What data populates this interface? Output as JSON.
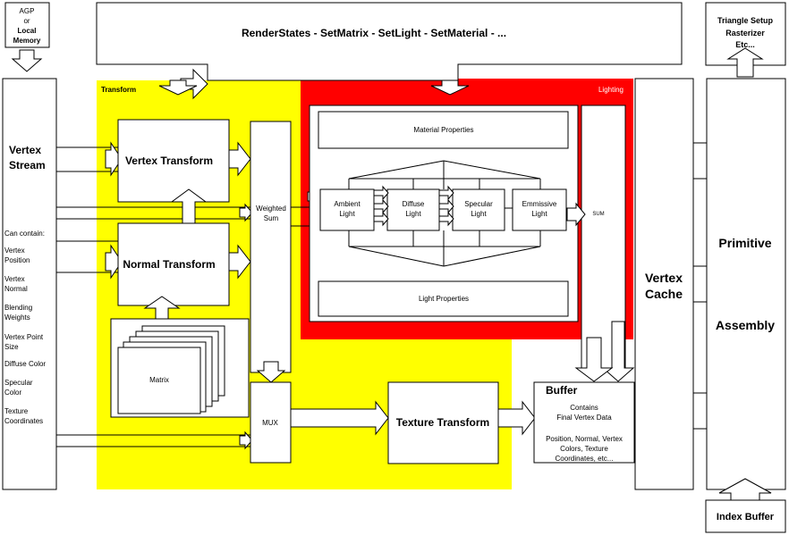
{
  "colors": {
    "transform_region": "#ffff00",
    "lighting_region": "#ff0000",
    "box_fill": "#ffffff",
    "stroke": "#000000"
  },
  "source": {
    "line1": "AGP",
    "line2": "or",
    "line3": "Local",
    "line4": "Memory"
  },
  "renderstates": "RenderStates - SetMatrix - SetLight - SetMaterial - ...",
  "triangle_setup": {
    "line1": "Triangle Setup",
    "line2": "Rasterizer",
    "line3": "Etc..."
  },
  "transform_label": "Transform",
  "lighting_label": "Lighting",
  "vertex_stream": {
    "title_line1": "Vertex",
    "title_line2": "Stream",
    "can_contain": "Can contain:",
    "items": [
      [
        "Vertex",
        "Position"
      ],
      [
        "Vertex",
        "Normal"
      ],
      [
        "Blending",
        "Weights"
      ],
      [
        "Vertex Point",
        "Size"
      ],
      [
        "Diffuse Color"
      ],
      [
        "Specular",
        "Color"
      ],
      [
        "Texture",
        "Coordinates"
      ]
    ]
  },
  "vertex_transform": "Vertex Transform",
  "normal_transform": "Normal Transform",
  "matrix": "Matrix",
  "weighted_sum": {
    "line1": "Weighted",
    "line2": "Sum"
  },
  "mux": "MUX",
  "material_properties": "Material Properties",
  "light_properties": "Light Properties",
  "ambient": {
    "line1": "Ambient",
    "line2": "Light"
  },
  "diffuse": {
    "line1": "Diffuse",
    "line2": "Light"
  },
  "specular": {
    "line1": "Specular",
    "line2": "Light"
  },
  "emmissive": {
    "line1": "Emmissive",
    "line2": "Light"
  },
  "sum": "SUM",
  "texture_transform": "Texture Transform",
  "buffer": {
    "title": "Buffer",
    "line1": "Contains",
    "line2": "Final Vertex Data",
    "line3": "Position, Normal, Vertex",
    "line4": "Colors, Texture",
    "line5": "Coordinates, etc..."
  },
  "vertex_cache": {
    "line1": "Vertex",
    "line2": "Cache"
  },
  "primitive_assembly": {
    "line1": "Primitive",
    "line2": "Assembly"
  },
  "index_buffer": "Index Buffer"
}
